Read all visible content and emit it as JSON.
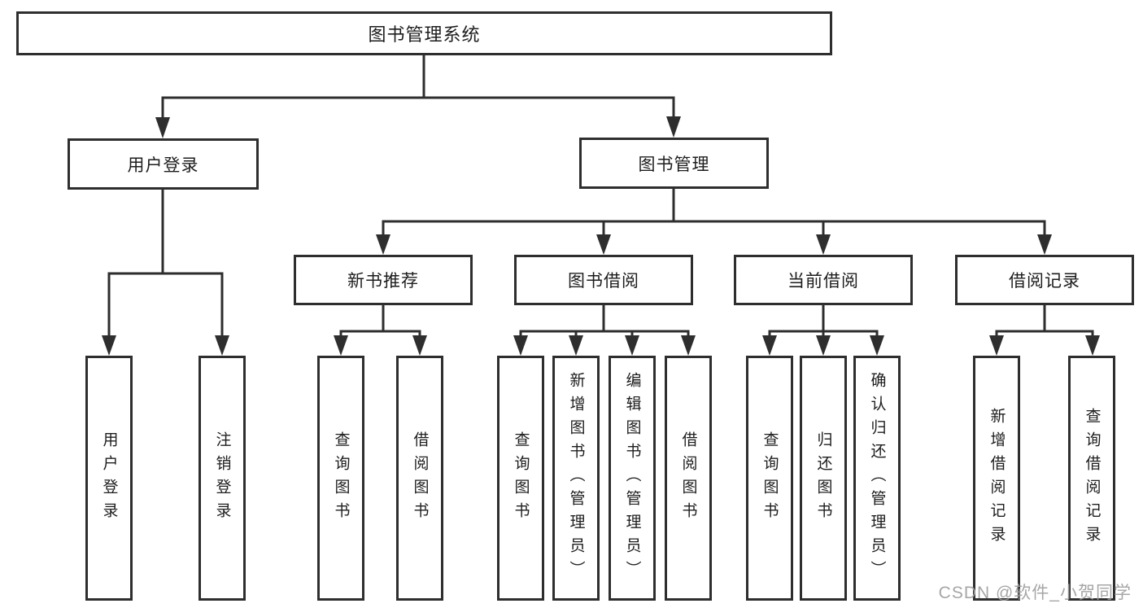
{
  "diagram": {
    "root": {
      "label": "图书管理系统",
      "children": {
        "user_login": {
          "label": "用户登录",
          "children": {
            "login": {
              "label": "用户登录"
            },
            "logout": {
              "label": "注销登录"
            }
          }
        },
        "book_mgmt": {
          "label": "图书管理",
          "children": {
            "new_book_rec": {
              "label": "新书推荐",
              "children": {
                "query_book": {
                  "label": "查询图书"
                },
                "borrow_book": {
                  "label": "借阅图书"
                }
              }
            },
            "book_borrow": {
              "label": "图书借阅",
              "children": {
                "query_book": {
                  "label": "查询图书"
                },
                "add_book": {
                  "label": "新增图书（管理员）"
                },
                "edit_book": {
                  "label": "编辑图书（管理员）"
                },
                "borrow_book": {
                  "label": "借阅图书"
                }
              }
            },
            "current_borrow": {
              "label": "当前借阅",
              "children": {
                "query_book": {
                  "label": "查询图书"
                },
                "return_book": {
                  "label": "归还图书"
                },
                "confirm_return": {
                  "label": "确认归还（管理员）"
                }
              }
            },
            "borrow_records": {
              "label": "借阅记录",
              "children": {
                "add_record": {
                  "label": "新增借阅记录"
                },
                "query_record": {
                  "label": "查询借阅记录"
                }
              }
            }
          }
        }
      }
    },
    "watermark": "CSDN @软件_小贺同学",
    "colors": {
      "line": "#2e2e2e",
      "text": "#1d1d1d",
      "background": "#ffffff",
      "watermark": "#9e9e9e"
    }
  }
}
